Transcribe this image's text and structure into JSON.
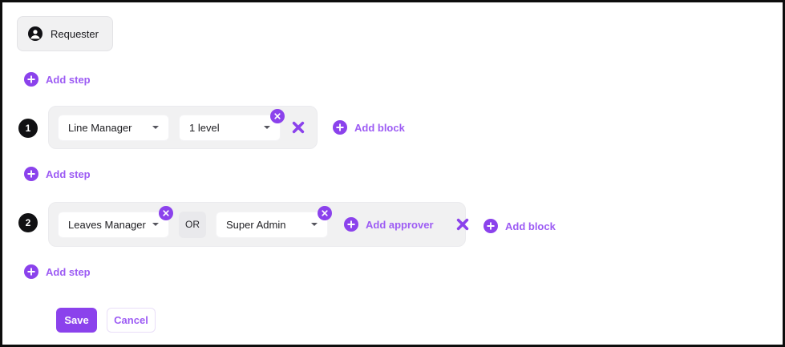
{
  "colors": {
    "accent": "#8b42ec",
    "link": "#9d5cf4",
    "step_badge": "#111113",
    "block_background": "#f1f1f2"
  },
  "icons": {
    "person": "circle-user",
    "plus": "plus-circle",
    "close": "x",
    "chevron": "caret-down"
  },
  "requester": {
    "label": "Requester"
  },
  "add_step_label": "Add step",
  "steps": [
    {
      "number": "1",
      "approver_dropdown": {
        "value": "Line Manager"
      },
      "level_dropdown": {
        "value": "1 level"
      },
      "add_block_label": "Add block"
    },
    {
      "number": "2",
      "approver_dropdown_1": {
        "value": "Leaves Manager"
      },
      "operator_label": "OR",
      "approver_dropdown_2": {
        "value": "Super Admin"
      },
      "add_approver_label": "Add approver",
      "add_block_label": "Add block"
    }
  ],
  "footer": {
    "save_label": "Save",
    "cancel_label": "Cancel"
  }
}
